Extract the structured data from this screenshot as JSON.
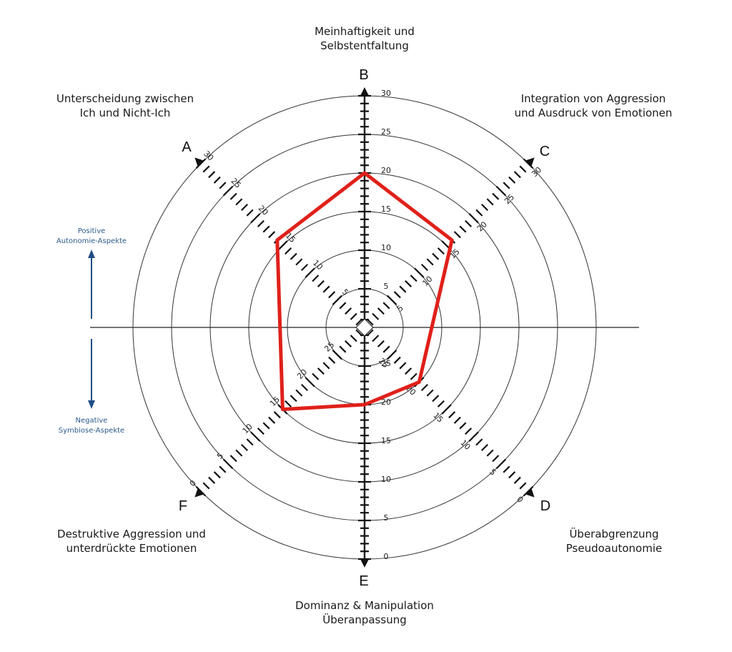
{
  "categories": {
    "A": [
      "Unterscheidung zwischen",
      "Ich und Nicht-Ich"
    ],
    "B": [
      "Meinhaftigkeit und",
      "Selbstentfaltung"
    ],
    "C": [
      "Integration von Aggression",
      "und Ausdruck von Emotionen"
    ],
    "D": [
      "Überabgrenzung",
      "Pseudoautonomie"
    ],
    "E": [
      "Dominanz & Manipulation",
      "Überanpassung"
    ],
    "F": [
      "Destruktive Aggression und",
      "unterdrückte Emotionen"
    ]
  },
  "axis_letters": [
    "A",
    "B",
    "C",
    "D",
    "E",
    "F"
  ],
  "side_labels": {
    "positive": [
      "Positive",
      "Autonomie-Aspekte"
    ],
    "negative": [
      "Negative",
      "Symbiose-Aspekte"
    ]
  },
  "colors": {
    "profile": "#e0201a",
    "arrows": "#1f4e86",
    "lines": "#222222"
  },
  "chart_data": {
    "type": "radar",
    "scale": {
      "min": 0,
      "max": 30,
      "label_step": 5
    },
    "axes": [
      {
        "name": "A",
        "ticks": [
          "5",
          "10",
          "15",
          "20",
          "25",
          "30"
        ],
        "value": 16
      },
      {
        "name": "B",
        "ticks": [
          "5",
          "10",
          "15",
          "20",
          "25",
          "30"
        ],
        "value": 20
      },
      {
        "name": "C",
        "ticks": [
          "5",
          "10",
          "15",
          "20",
          "25",
          "30"
        ],
        "value": 16
      },
      {
        "name": "D",
        "ticks": [
          "25",
          "20",
          "15",
          "10",
          "5",
          "0"
        ],
        "value": 20
      },
      {
        "name": "E",
        "ticks": [
          "25",
          "20",
          "15",
          "10",
          "5",
          "0"
        ],
        "value": 20
      },
      {
        "name": "F",
        "ticks": [
          "25",
          "20",
          "15",
          "10",
          "5",
          "0"
        ],
        "value": 15
      }
    ]
  }
}
